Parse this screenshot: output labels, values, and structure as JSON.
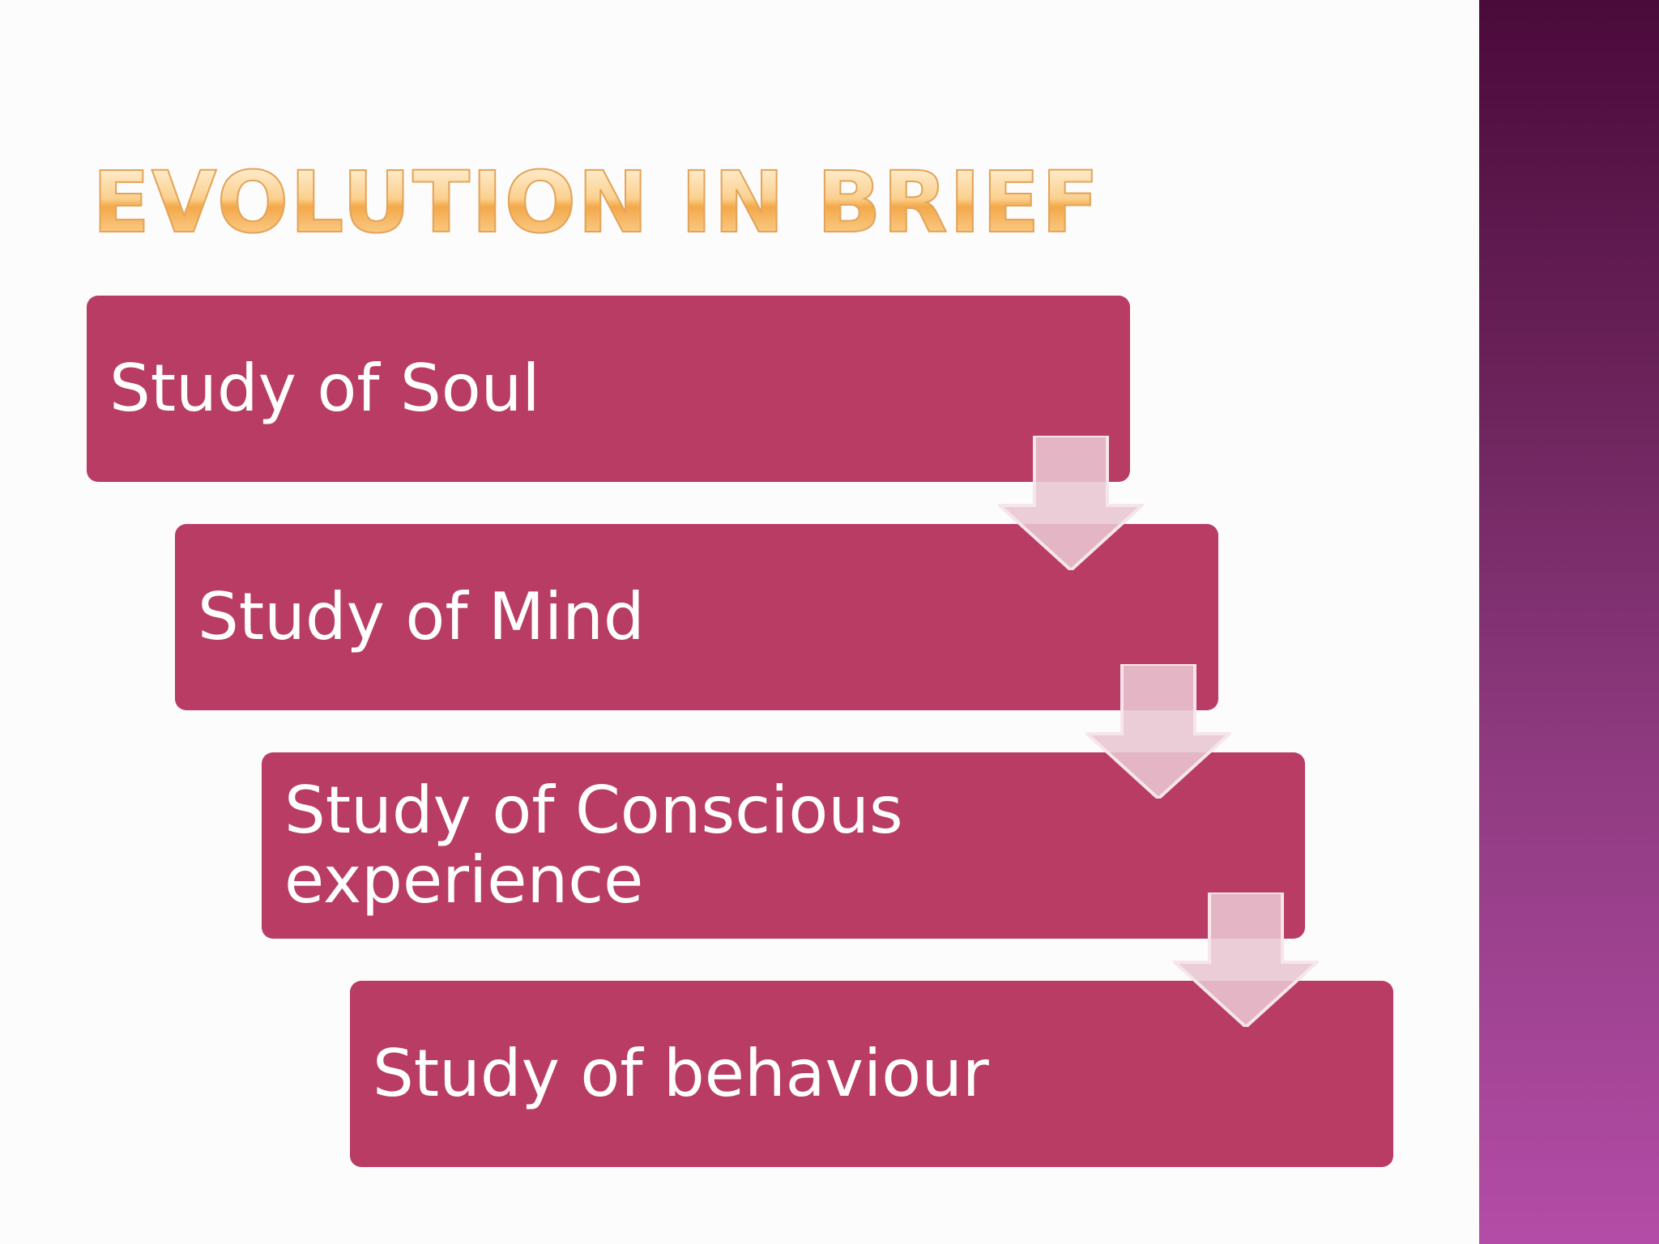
{
  "slide": {
    "title": "EVOLUTION IN BRIEF",
    "steps": [
      {
        "label": "Study of Soul"
      },
      {
        "label": "Study of Mind"
      },
      {
        "label": "Study of Conscious experience"
      },
      {
        "label": "Study of behaviour"
      }
    ]
  },
  "colors": {
    "box_fill": "#b83c63",
    "box_text": "#ffffff",
    "title_gold": "#fbcf8e",
    "arrow_fill": "#e8c6d3",
    "side_band_top": "#4a0a3a",
    "side_band_bottom": "#b34ca6"
  }
}
